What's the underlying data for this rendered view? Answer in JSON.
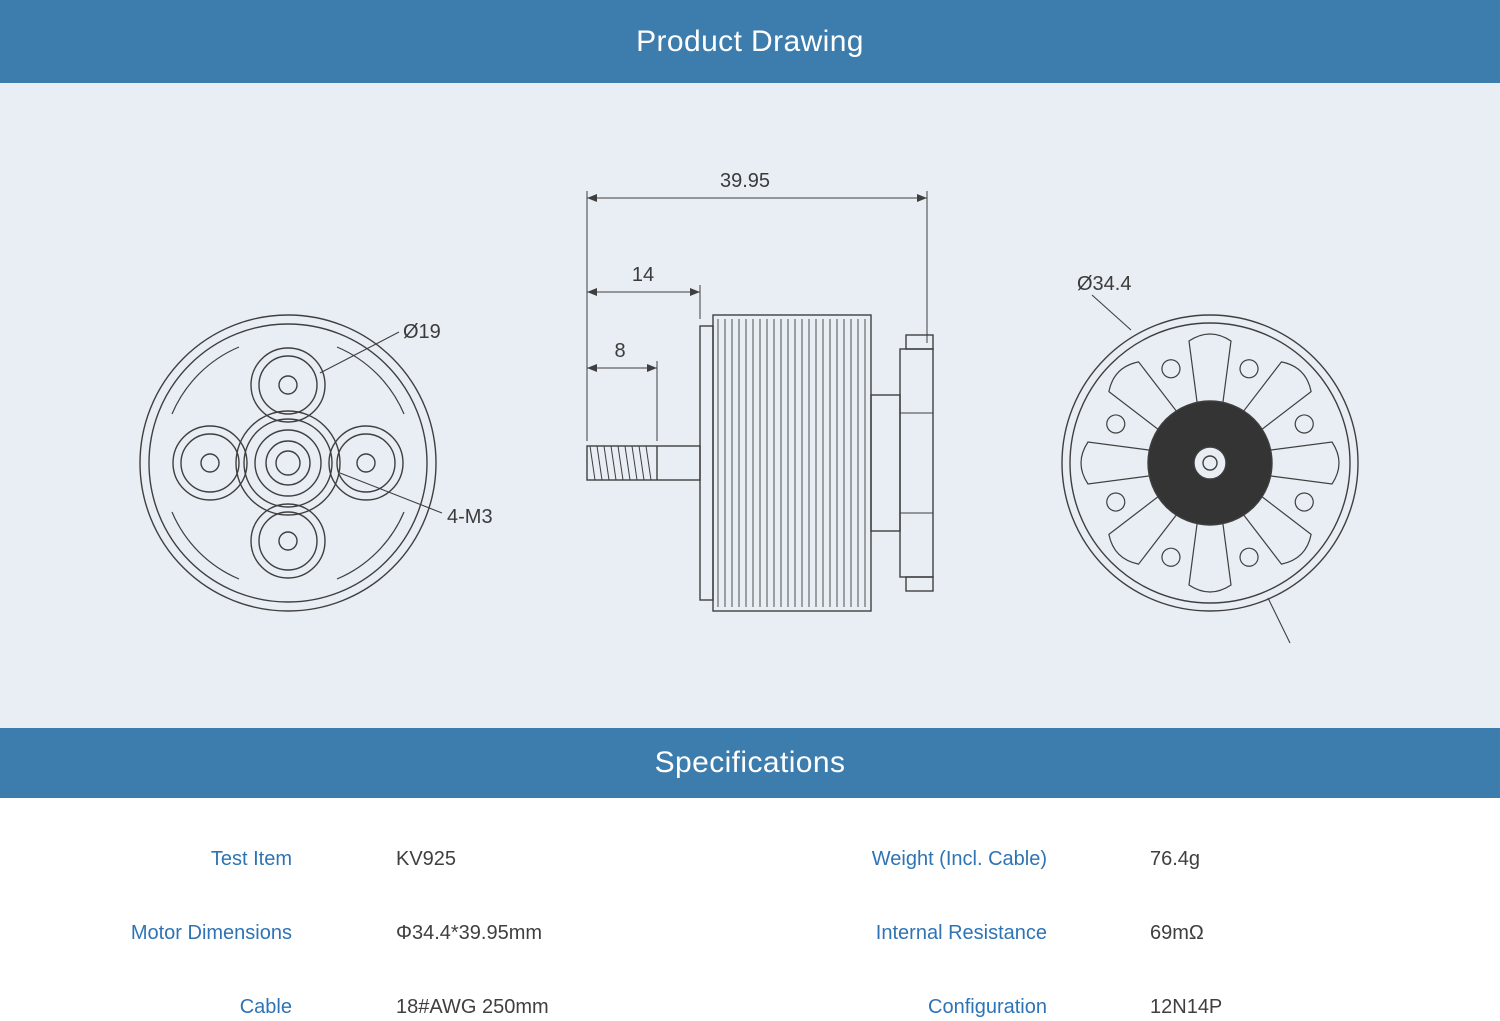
{
  "sections": {
    "product_drawing": {
      "title": "Product Drawing"
    },
    "specifications": {
      "title": "Specifications"
    }
  },
  "drawing": {
    "front_view": {
      "bolt_circle_dim": "Ø19",
      "screw_dim": "4-M3"
    },
    "side_view": {
      "total_length": "39.95",
      "shaft_length": "14",
      "thread_length": "8"
    },
    "back_view": {
      "diameter_dim": "Ø34.4"
    }
  },
  "specs": {
    "rows": [
      {
        "label_left": "Test Item",
        "value_left": "KV925",
        "label_right": "Weight (Incl. Cable)",
        "value_right": "76.4g"
      },
      {
        "label_left": "Motor Dimensions",
        "value_left": "Φ34.4*39.95mm",
        "label_right": "Internal Resistance",
        "value_right": "69mΩ"
      },
      {
        "label_left": "Cable",
        "value_left": "18#AWG 250mm",
        "label_right": "Configuration",
        "value_right": "12N14P"
      }
    ]
  },
  "colors": {
    "header_bg": "#3d7dad",
    "drawing_bg": "#e9eef4",
    "label_blue": "#2e74b5",
    "value_dark": "#3f3f3f",
    "line_color": "#3f3f3f"
  }
}
